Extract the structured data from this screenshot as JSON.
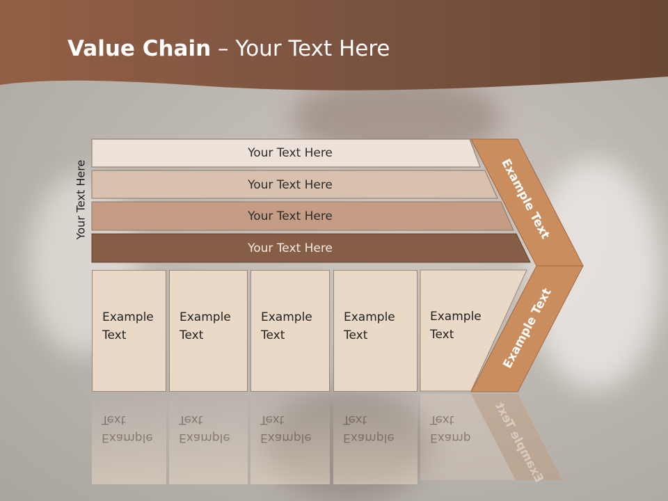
{
  "title": {
    "bold": "Value Chain",
    "rest": " – Your Text Here"
  },
  "side_label": "Your Text Here",
  "rows": [
    {
      "label": "Your Text Here",
      "color": "#ede2da"
    },
    {
      "label": "Your Text Here",
      "color": "#d9c1af"
    },
    {
      "label": "Your Text Here",
      "color": "#c49d84"
    },
    {
      "label": "Your Text Here",
      "color": "#865e45"
    }
  ],
  "columns": [
    {
      "line1": "Example",
      "line2": "Text"
    },
    {
      "line1": "Example",
      "line2": "Text"
    },
    {
      "line1": "Example",
      "line2": "Text"
    },
    {
      "line1": "Example",
      "line2": "Text"
    },
    {
      "line1": "Example",
      "line2": "Text"
    }
  ],
  "chevron": {
    "upper_label": "Example Text",
    "lower_label": "Example Text",
    "color": "#c98d5e"
  },
  "colors": {
    "header": "#7d5440",
    "column_fill": "#ead9c6"
  }
}
